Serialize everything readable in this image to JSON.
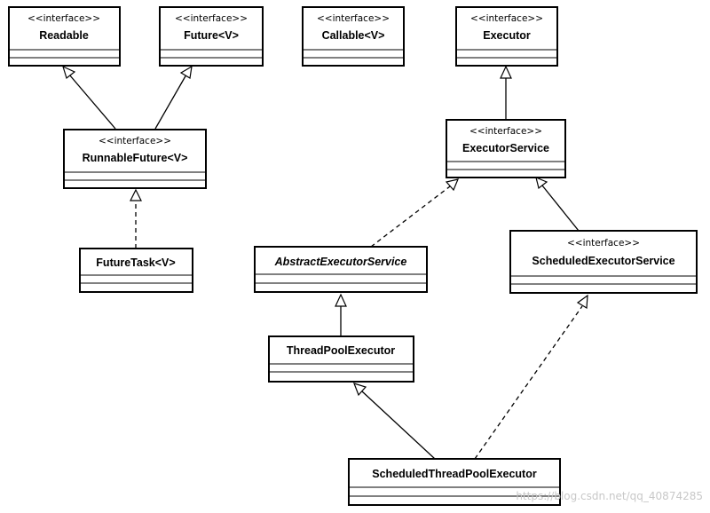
{
  "stereotype": "<<interface>>",
  "classes": {
    "readable": {
      "name": "Readable"
    },
    "future": {
      "name": "Future<V>"
    },
    "callable": {
      "name": "Callable<V>"
    },
    "executor": {
      "name": "Executor"
    },
    "runnable_future": {
      "name": "RunnableFuture<V>"
    },
    "executor_service": {
      "name": "ExecutorService"
    },
    "future_task": {
      "name": "FutureTask<V>"
    },
    "abstract_executor_service": {
      "name": "AbstractExecutorService"
    },
    "scheduled_executor_service": {
      "name": "ScheduledExecutorService"
    },
    "thread_pool_executor": {
      "name": "ThreadPoolExecutor"
    },
    "scheduled_thread_pool_executor": {
      "name": "ScheduledThreadPoolExecutor"
    }
  },
  "watermark": "https://blog.csdn.net/qq_40874285"
}
